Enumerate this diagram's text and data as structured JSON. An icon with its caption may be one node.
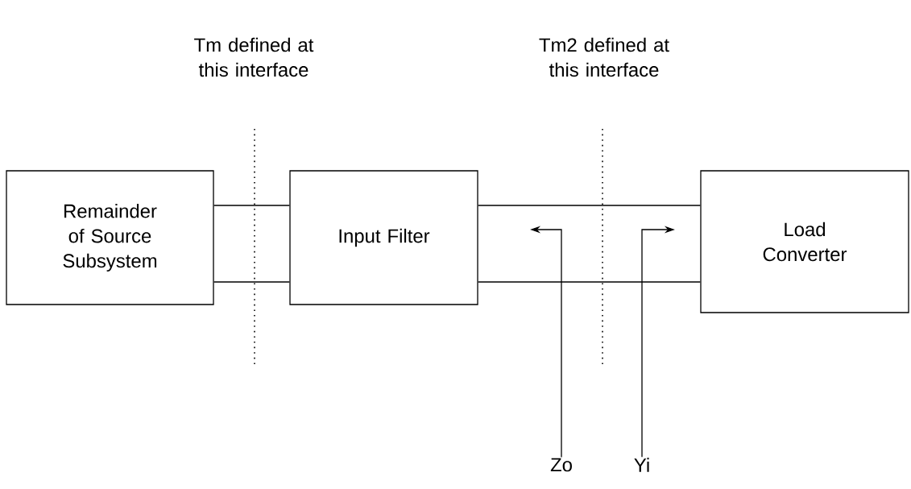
{
  "diagram": {
    "nodes": [
      {
        "text": [
          "Remainder of Source Subsystem"
        ]
      },
      {
        "text": [
          "Input Filter"
        ]
      },
      {
        "text": [
          "Load Converter"
        ]
      },
      {
        "text": [
          "Zo"
        ]
      },
      {
        "text": [
          "Yi"
        ]
      }
    ],
    "edges": [
      {
        "from": 0,
        "to": 1,
        "arrow": "none"
      },
      {
        "from": 0,
        "to": 1,
        "arrow": "none"
      },
      {
        "from": 1,
        "to": 2,
        "arrow": "none"
      },
      {
        "from": 1,
        "to": 2,
        "arrow": "none"
      },
      {
        "from": 3,
        "to": null,
        "arrow": "to"
      },
      {
        "from": 4,
        "to": null,
        "arrow": "to"
      }
    ],
    "labels": [
      "Tm defined at this interface",
      "Tm2 defined at this interface"
    ]
  }
}
